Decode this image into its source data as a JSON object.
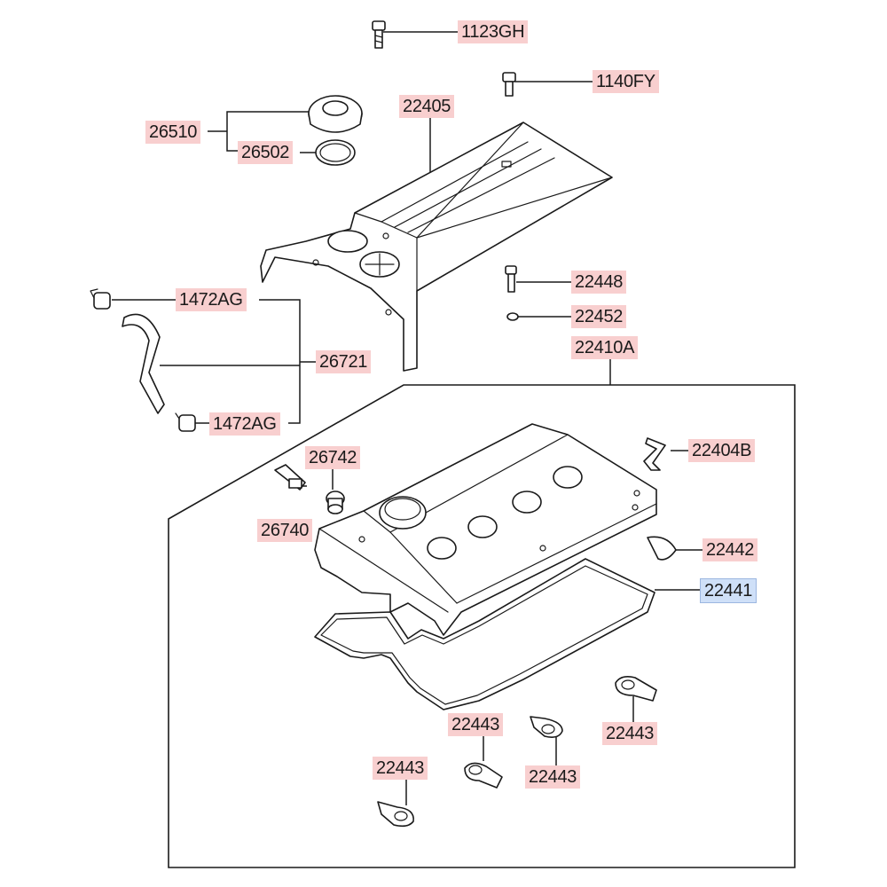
{
  "diagram": {
    "highlight_color_default": "#f8cfcf",
    "highlight_color_selected": "#cfe0f8",
    "callouts": [
      {
        "id": "1123GH",
        "label": "1123GH",
        "highlight": "red"
      },
      {
        "id": "1140FY",
        "label": "1140FY",
        "highlight": "red"
      },
      {
        "id": "22405",
        "label": "22405",
        "highlight": "red"
      },
      {
        "id": "26510",
        "label": "26510",
        "highlight": "red"
      },
      {
        "id": "26502",
        "label": "26502",
        "highlight": "red"
      },
      {
        "id": "1472AG-top",
        "label": "1472AG",
        "highlight": "red"
      },
      {
        "id": "26721",
        "label": "26721",
        "highlight": "red"
      },
      {
        "id": "1472AG-bottom",
        "label": "1472AG",
        "highlight": "red"
      },
      {
        "id": "22448",
        "label": "22448",
        "highlight": "red"
      },
      {
        "id": "22452",
        "label": "22452",
        "highlight": "red"
      },
      {
        "id": "22410A",
        "label": "22410A",
        "highlight": "red"
      },
      {
        "id": "22404B",
        "label": "22404B",
        "highlight": "red"
      },
      {
        "id": "26742",
        "label": "26742",
        "highlight": "red"
      },
      {
        "id": "26740",
        "label": "26740",
        "highlight": "red"
      },
      {
        "id": "22442",
        "label": "22442",
        "highlight": "red"
      },
      {
        "id": "22441",
        "label": "22441",
        "highlight": "blue"
      },
      {
        "id": "22443-a",
        "label": "22443",
        "highlight": "red"
      },
      {
        "id": "22443-b",
        "label": "22443",
        "highlight": "red"
      },
      {
        "id": "22443-c",
        "label": "22443",
        "highlight": "red"
      },
      {
        "id": "22443-d",
        "label": "22443",
        "highlight": "red"
      }
    ]
  }
}
